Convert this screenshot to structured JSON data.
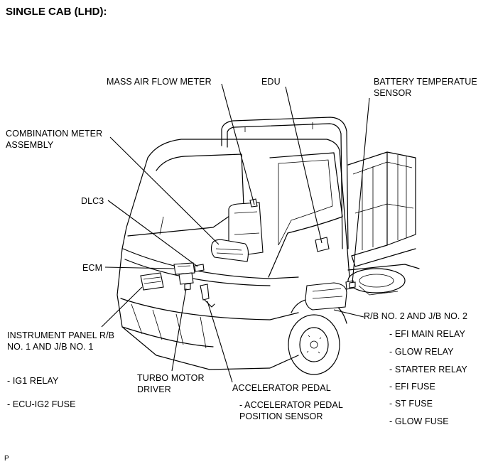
{
  "title": "SINGLE CAB (LHD):",
  "figure_code": "P",
  "labels": {
    "mass_air_flow_meter": "MASS AIR FLOW METER",
    "edu": "EDU",
    "battery_temp_sensor_1": "BATTERY TEMPERATUE",
    "battery_temp_sensor_2": "SENSOR",
    "combination_meter_1": "COMBINATION METER",
    "combination_meter_2": "ASSEMBLY",
    "dlc3": "DLC3",
    "ecm": "ECM",
    "instrument_panel_rb_1": "INSTRUMENT PANEL R/B",
    "instrument_panel_rb_2": "NO. 1 AND J/B NO. 1",
    "ig1_relay": "- IG1 RELAY",
    "ecu_ig2_fuse": "- ECU-IG2 FUSE",
    "turbo_motor_driver_1": "TURBO MOTOR",
    "turbo_motor_driver_2": "DRIVER",
    "accelerator_pedal": "ACCELERATOR PEDAL",
    "accel_pos_sensor_1": "- ACCELERATOR PEDAL",
    "accel_pos_sensor_2": "POSITION SENSOR",
    "rb2_jb2": "R/B NO. 2 AND J/B NO. 2"
  },
  "rb2_items": [
    "- EFI MAIN RELAY",
    "- GLOW RELAY",
    "- STARTER RELAY",
    "- EFI FUSE",
    "- ST FUSE",
    "- GLOW FUSE"
  ]
}
